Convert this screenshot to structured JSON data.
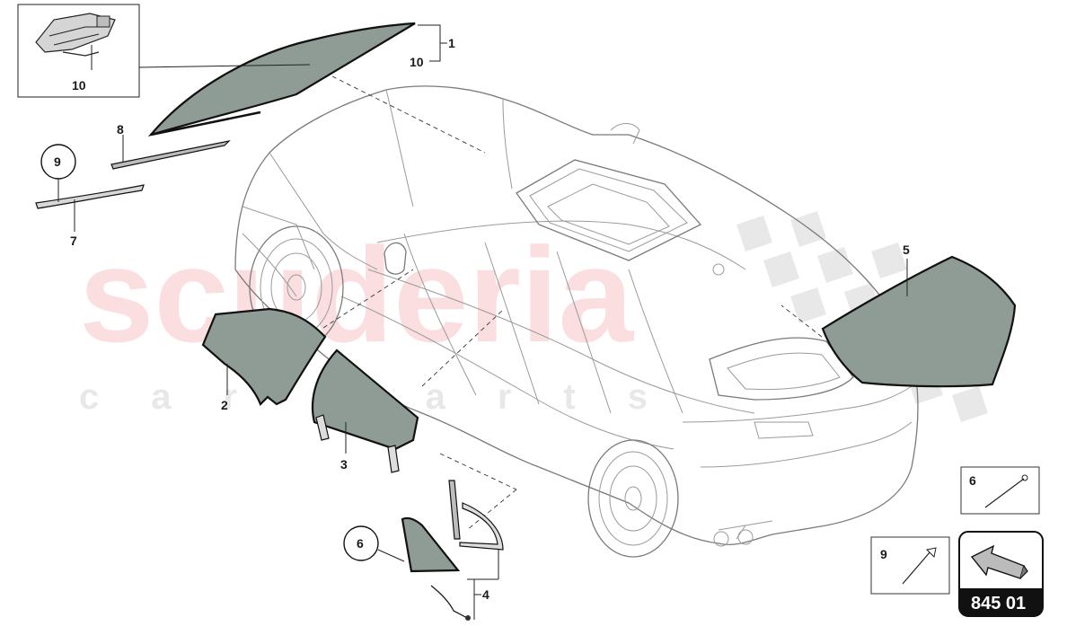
{
  "watermark": {
    "main": "scuderia",
    "sub": "car parts"
  },
  "callouts": {
    "c1": "1",
    "c10a": "10",
    "c10b": "10",
    "c8": "8",
    "c9a": "9",
    "c7": "7",
    "c2": "2",
    "c3": "3",
    "c5": "5",
    "c6a": "6",
    "c4": "4"
  },
  "legend": {
    "box6": "6",
    "box9": "9"
  },
  "catalog_number": "845 01",
  "colors": {
    "glass": "#8e9c95",
    "watermark": "#e8505b",
    "outline": "#111111"
  }
}
